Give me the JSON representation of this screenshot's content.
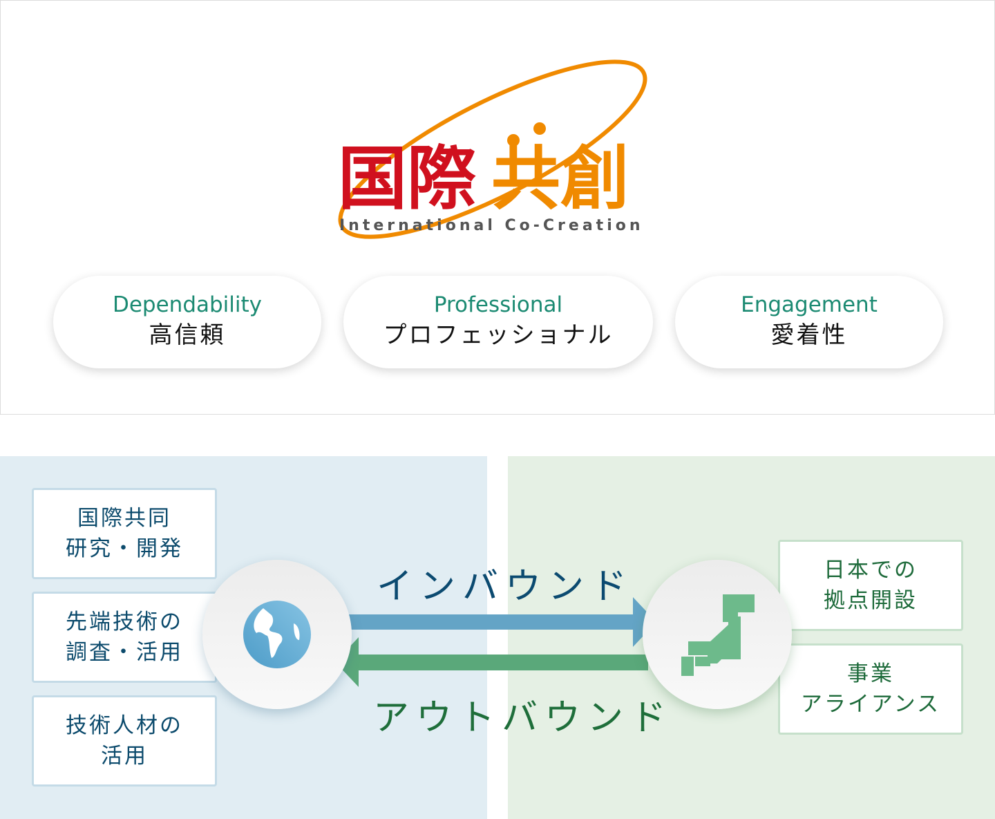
{
  "logo": {
    "title": "国際共創",
    "subtitle": "International Co-Creation",
    "colors": {
      "red": "#d0101e",
      "orange": "#f08a00"
    }
  },
  "values": [
    {
      "en": "Dependability",
      "jp": "高信頼"
    },
    {
      "en": "Professional",
      "jp": "プロフェッショナル"
    },
    {
      "en": "Engagement",
      "jp": "愛着性"
    }
  ],
  "left_items": [
    {
      "line1": "国際共同",
      "line2": "研究・開発"
    },
    {
      "line1": "先端技術の",
      "line2": "調査・活用"
    },
    {
      "line1": "技術人材の",
      "line2": "活用"
    }
  ],
  "right_items": [
    {
      "line1": "日本での",
      "line2": "拠点開設"
    },
    {
      "line1": "事業",
      "line2": "アライアンス"
    }
  ],
  "flow": {
    "inbound": "インバウンド",
    "outbound": "アウトバウンド",
    "colors": {
      "inbound": "#64a4c6",
      "outbound": "#5aa87a"
    }
  },
  "icons": {
    "left": "globe-icon",
    "right": "japan-map-icon"
  }
}
